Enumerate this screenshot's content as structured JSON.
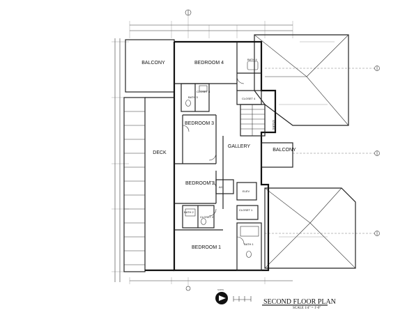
{
  "rooms": {
    "balcony_top": "BALCONY",
    "bedroom4": "BEDROOM 4",
    "bedroom3": "BEDROOM 3",
    "bedroom2": "BEDROOM 2",
    "bedroom1": "BEDROOM 1",
    "deck": "DECK",
    "gallery": "GALLERY",
    "balcony_right": "BALCONY",
    "bath4": "BATH 4",
    "bath3": "BATH 3",
    "bath2": "BATH 2",
    "bath1": "BATH 1",
    "closet3": "CLOSET 3",
    "closet4": "CLOSET 4",
    "closet2": "CLOSET 2",
    "closet1": "CLOSET 1",
    "elev": "ELEV",
    "ac": "AC",
    "stairs": "STAIRS"
  },
  "title_block": {
    "title": "SECOND FLOOR PLAN",
    "scale": "SCALE 1/4\" = 1'-0\"",
    "north": "NORTH"
  },
  "colors": {
    "line": "#111111",
    "background": "#ffffff"
  }
}
